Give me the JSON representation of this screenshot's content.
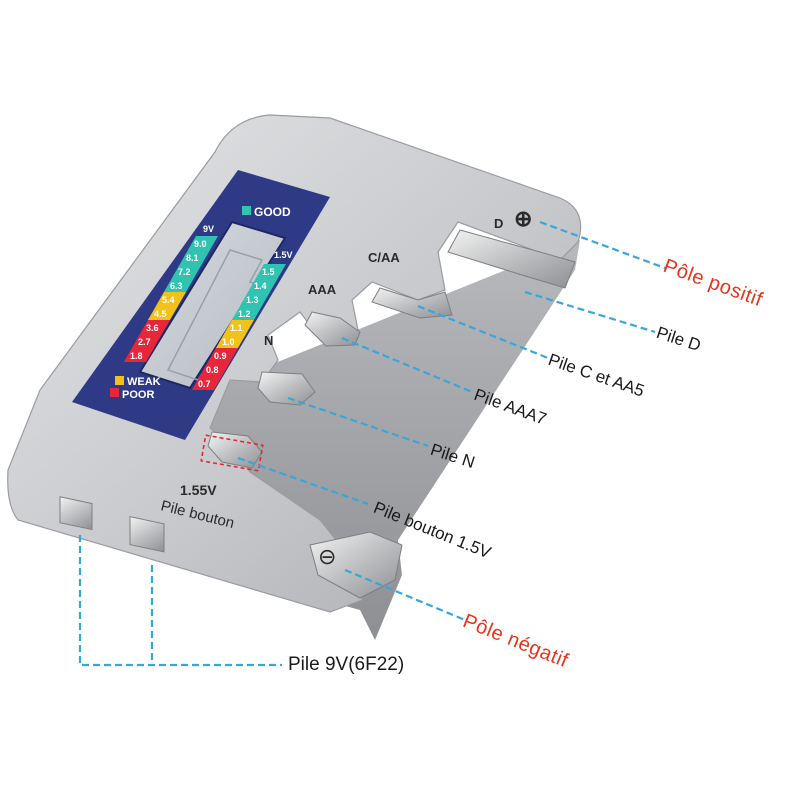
{
  "device": {
    "good_label": "GOOD",
    "weak_label": "WEAK",
    "poor_label": "POOR",
    "col_9v_header": "9V",
    "col_15v_header": "1.5V",
    "scale_9v": [
      "9.0",
      "8.1",
      "7.2",
      "6.3",
      "5.4",
      "4.5",
      "3.6",
      "2.7",
      "1.8"
    ],
    "scale_15v": [
      "1.5",
      "1.4",
      "1.3",
      "1.2",
      "1.1",
      "1.0",
      "0.9",
      "0.8",
      "0.7"
    ],
    "slot_d": "D",
    "slot_c_aa": "C/AA",
    "slot_aaa": "AAA",
    "slot_n": "N",
    "button_voltage": "1.55V",
    "button_text": "Pile bouton",
    "plus_symbol": "⊕",
    "minus_symbol": "⊖"
  },
  "callouts": {
    "positive_pole": "Pôle positif",
    "pile_d": "Pile D",
    "pile_c_aa": "Pile C et AA5",
    "pile_aaa": "Pile AAA7",
    "pile_n": "Pile N",
    "pile_button": "Pile bouton 1.5V",
    "negative_pole": "Pôle négatif",
    "pile_9v": "Pile 9V(6F22)"
  },
  "colors": {
    "accent_label": "#e8341c",
    "leader_line": "#3aa6d8",
    "body_silver": "#c9cbce",
    "panel_navy": "#2e3a86",
    "good_teal": "#2fc3b0",
    "weak_yellow": "#f2c21a",
    "poor_red": "#e8263a"
  }
}
